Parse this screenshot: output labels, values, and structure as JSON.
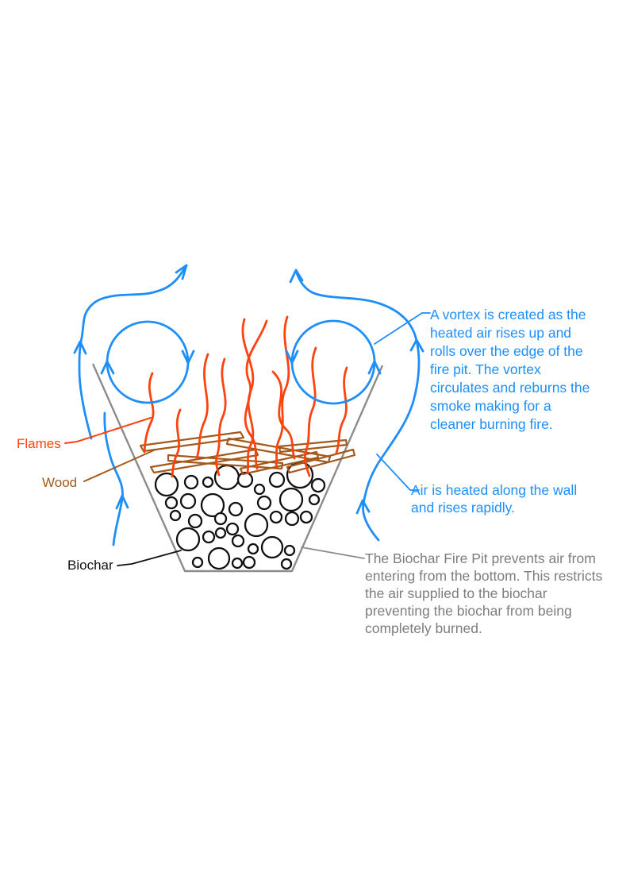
{
  "diagram": {
    "labels": {
      "flames": "Flames",
      "wood": "Wood",
      "biochar": "Biochar"
    },
    "notes": {
      "vortex": "A vortex is created as the\nheated air rises up and\nrolls over the edge of the\nfire pit. The vortex\ncirculates and reburns the\nsmoke making for a\ncleaner burning fire.",
      "wall_air": "Air is heated along the wall\nand rises rapidly.",
      "pit": "The Biochar Fire Pit prevents air from\nentering from the bottom. This restricts\nthe air supplied to the biochar\npreventing the biochar from being\ncompletely burned."
    },
    "colors": {
      "air": "#1e8ef9",
      "flame": "#fc4310",
      "wood": "#a4591c",
      "pit_gray": "#8c8c8c",
      "note_gray": "#7d7d7d",
      "ink": "#111111",
      "background": "#ffffff"
    }
  }
}
